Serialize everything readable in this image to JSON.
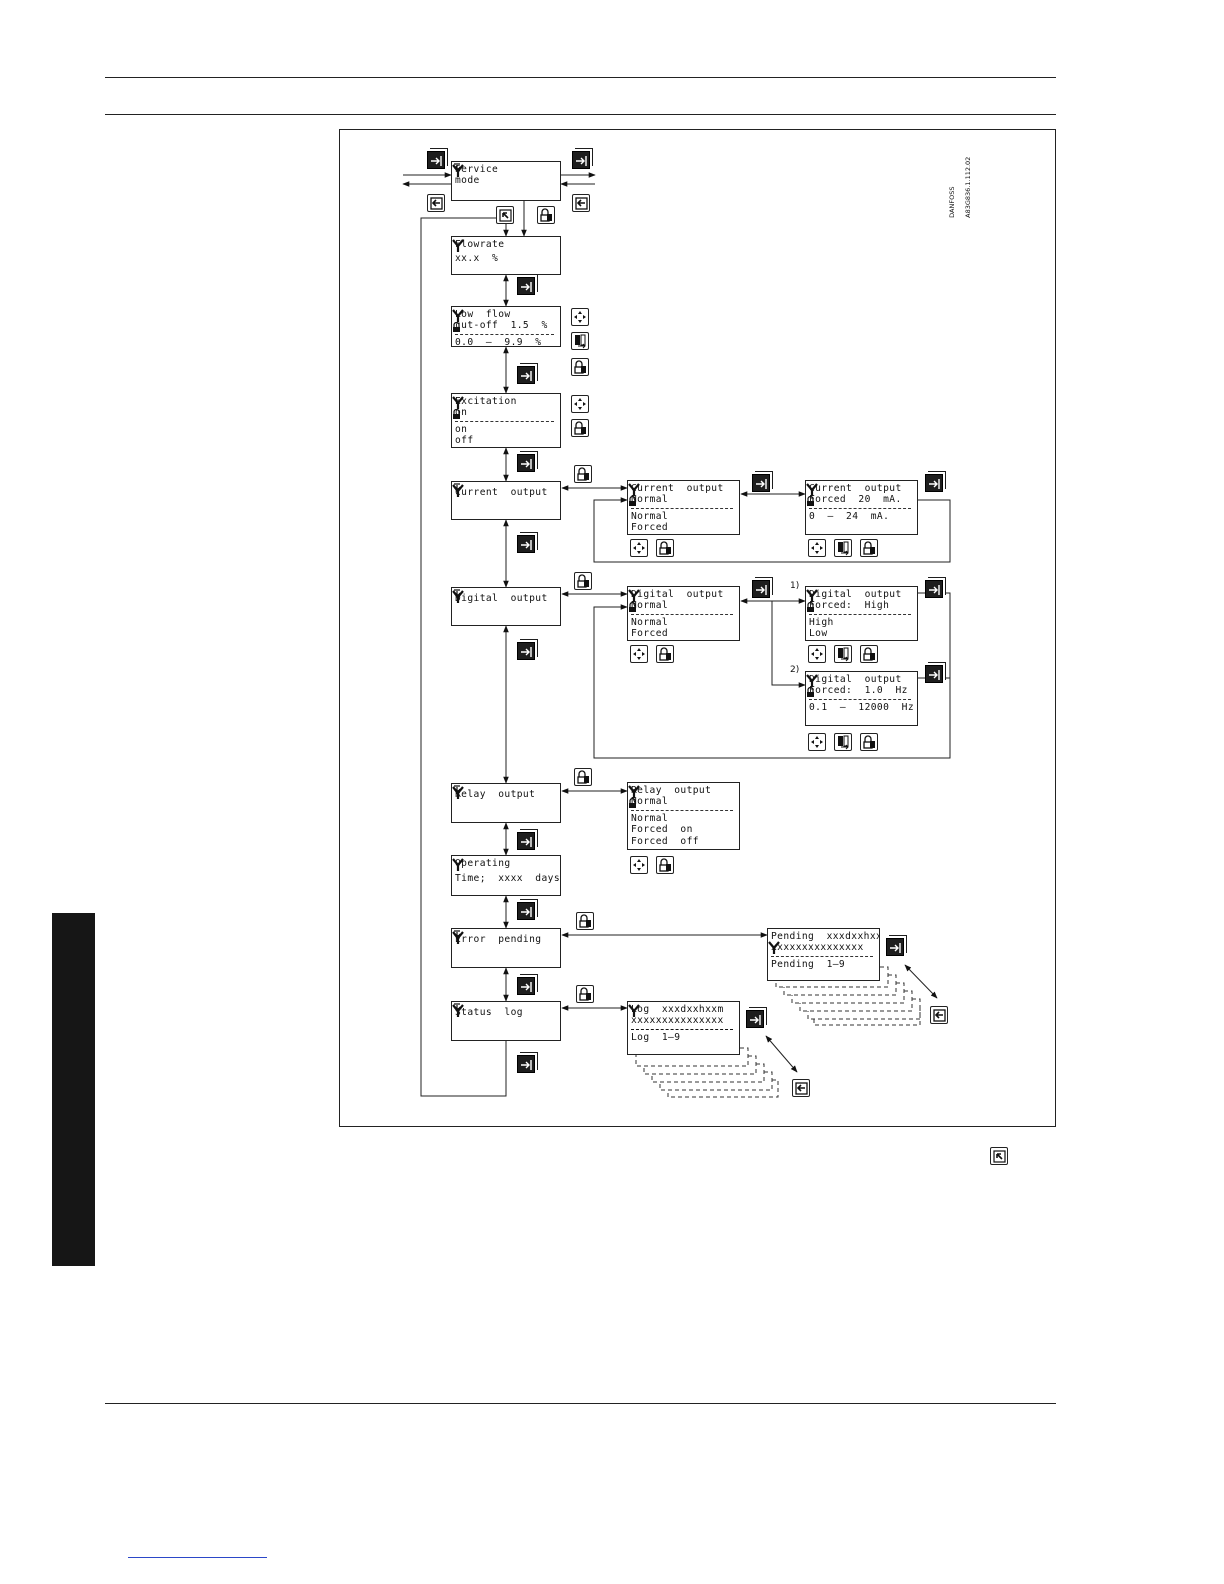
{
  "figure_code": [
    "DANFOSS",
    "A83G836.1.112.02"
  ],
  "footnote_markers": [
    "1)",
    "2)"
  ],
  "main_menu": {
    "service": [
      "Service",
      "mode"
    ],
    "flowrate": [
      "Flowrate",
      "xx.x  %"
    ],
    "lowflow": [
      "Low  flow",
      "cut-off  1.5  %",
      "0.0  –  9.9  %"
    ],
    "excitation": [
      "Excitation",
      "on",
      "on",
      "off"
    ],
    "current": [
      "Current  output"
    ],
    "digital": [
      "Digital  output"
    ],
    "relay": [
      "Relay  output"
    ],
    "operating": [
      "Operating",
      "Time;  xxxx  days"
    ],
    "error": [
      "Error  pending"
    ],
    "status": [
      "Status  log"
    ]
  },
  "submenus": {
    "current_sel": [
      "Current  output",
      "Normal",
      "Normal",
      "Forced"
    ],
    "current_forced": [
      "Current  output",
      "Forced  20  mA.",
      "0  –  24  mA."
    ],
    "digital_sel": [
      "Digital  output",
      "Normal",
      "Normal",
      "Forced"
    ],
    "digital_high": [
      "Digital  output",
      "Forced:  High",
      "High",
      "Low"
    ],
    "digital_freq": [
      "Digital  output",
      "Forced:  1.0  Hz",
      "0.1  –  12000  Hz"
    ],
    "relay_sel": [
      "Relay  output",
      "Normal",
      "Normal",
      "Forced  on",
      "Forced  off"
    ],
    "pending": [
      "Pending  xxxdxxhxxm",
      "xxxxxxxxxxxxxxx",
      "Pending  1–9"
    ],
    "log": [
      "Log  xxxdxxhxxm",
      "xxxxxxxxxxxxxxx",
      "Log  1–9"
    ]
  },
  "icons": {
    "enter_key": "arrow-right-into-bracket",
    "escape_key": "arrow-left",
    "menu_key": "cursor-arrow",
    "lock_key": "padlock",
    "nav_key": "four-way-arrows",
    "select_key": "select-bars",
    "service_symbol": "y-antenna",
    "locked_symbol": "padlock",
    "submenu_symbol": "down-arrow"
  }
}
